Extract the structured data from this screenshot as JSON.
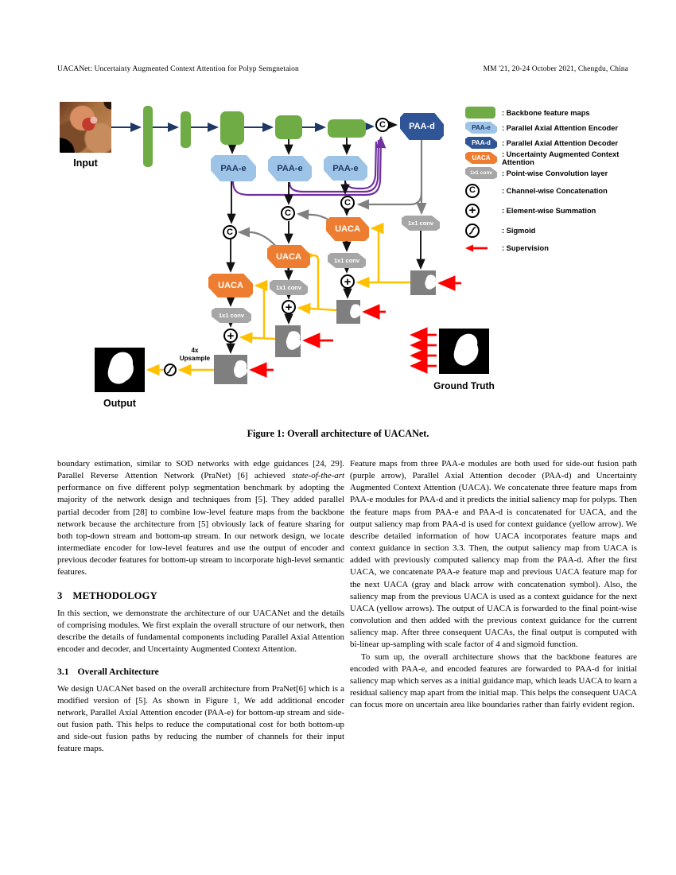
{
  "page": {
    "header_left": "UACANet: Uncertainty Augmented Context Attention for Polyp Semgnetaion",
    "header_right": "MM '21, 20-24 October 2021, Chengdu, China"
  },
  "figure": {
    "caption": "Figure 1: Overall architecture of UACANet.",
    "labels": {
      "input": "Input",
      "output": "Output",
      "ground_truth": "Ground Truth",
      "paa_e": "PAA-e",
      "paa_d": "PAA-d",
      "uaca": "UACA",
      "conv": "1x1 conv",
      "upsample_line1": "4x",
      "upsample_line2": "Upsample",
      "concat_symbol": "C",
      "sum_symbol": "+"
    },
    "colors": {
      "backbone_green": "#6FAC46",
      "paa_e_blue": "#9DC3E6",
      "paa_d_blue": "#2F5597",
      "uaca_orange": "#ED7D31",
      "conv_gray": "#A6A6A6",
      "side_out_purple": "#7030A0",
      "context_yellow": "#FFC000",
      "supervision_red": "#FF0000",
      "backbone_arrow_navy": "#1F3864"
    },
    "legend": [
      {
        "icon": "backbone-swatch",
        "label": ": Backbone feature maps"
      },
      {
        "icon": "paa-e-swatch",
        "label": ": Parallel Axial Attention Encoder"
      },
      {
        "icon": "paa-d-swatch",
        "label": ": Parallel Axial Attention Decoder"
      },
      {
        "icon": "uaca-swatch",
        "label": ": Uncertainty Augmented Context Attention"
      },
      {
        "icon": "conv-swatch",
        "label": ": Point-wise Convolution layer"
      },
      {
        "icon": "concat-circle",
        "label": ": Channel-wise Concatenation"
      },
      {
        "icon": "sum-circle",
        "label": ": Element-wise Summation"
      },
      {
        "icon": "sigmoid-circle",
        "label": ": Sigmoid"
      },
      {
        "icon": "red-arrow",
        "label": ": Supervision"
      }
    ]
  },
  "content": {
    "col1": {
      "p1a": "boundary estimation, similar to SOD networks with edge guidances [24, 29]. Parallel Reverse Attention Network (PraNet) [6] achieved ",
      "p1_italic": "state-of-the-art",
      "p1b": " performance on five different polyp segmentation benchmark by adopting the majority of the network design and techniques from [5]. They added parallel partial decoder from [28] to combine low-level feature maps from the backbone network because the architecture from [5] obviously lack of feature sharing for both top-down stream and bottom-up stream. In our network design, we locate intermediate encoder for low-level features and use the output of encoder and previous decoder features for bottom-up stream to incorporate high-level semantic features.",
      "sec3_num": "3",
      "sec3_title": "METHODOLOGY",
      "sec3_p": "In this section, we demonstrate the architecture of our UACANet and the details of comprising modules. We first explain the overall structure of our network, then describe the details of fundamental components including Parallel Axial Attention encoder and decoder, and Uncertainty Augmented Context Attention.",
      "sec31_num": "3.1",
      "sec31_title": "Overall Architecture",
      "sec31_p": "We design UACANet based on the overall architecture from PraNet[6] which is a modified version of [5]. As shown in Figure 1, We add additional encoder network, Parallel Axial Attention encoder (PAA-e) for bottom-up stream and side-out fusion path. This helps to reduce the computational cost for both bottom-up and side-out fusion paths by reducing the number of channels for their input feature maps."
    },
    "col2": {
      "p1": "Feature maps from three PAA-e modules are both used for side-out fusion path (purple arrow), Parallel Axial Attention decoder (PAA-d) and Uncertainty Augmented Context Attention (UACA). We concatenate three feature maps from PAA-e modules for PAA-d and it predicts the initial saliency map for polyps. Then the feature maps from PAA-e and PAA-d is concatenated for UACA, and the output saliency map from PAA-d is used for context guidance (yellow arrow). We describe detailed information of how UACA incorporates feature maps and context guidance in section 3.3. Then, the output saliency map from UACA is added with previously computed saliency map from the PAA-d. After the first UACA, we concatenate PAA-e feature map and previous UACA feature map for the next UACA (gray and black arrow with concatenation symbol). Also, the saliency map from the previous UACA is used as a context guidance for the next UACA (yellow arrows). The output of UACA is forwarded to the final point-wise convolution and then added with the previous context guidance for the current saliency map. After three consequent UACAs, the final output is computed with bi-linear up-sampling with scale factor of 4 and sigmoid function.",
      "p2": "To sum up, the overall architecture shows that the backbone features are encoded with PAA-e, and encoded features are forwarded to PAA-d for initial saliency map which serves as a initial guidance map, which leads UACA to learn a residual saliency map apart from the initial map. This helps the consequent UACA can focus more on uncertain area like boundaries rather than fairly evident region."
    }
  }
}
